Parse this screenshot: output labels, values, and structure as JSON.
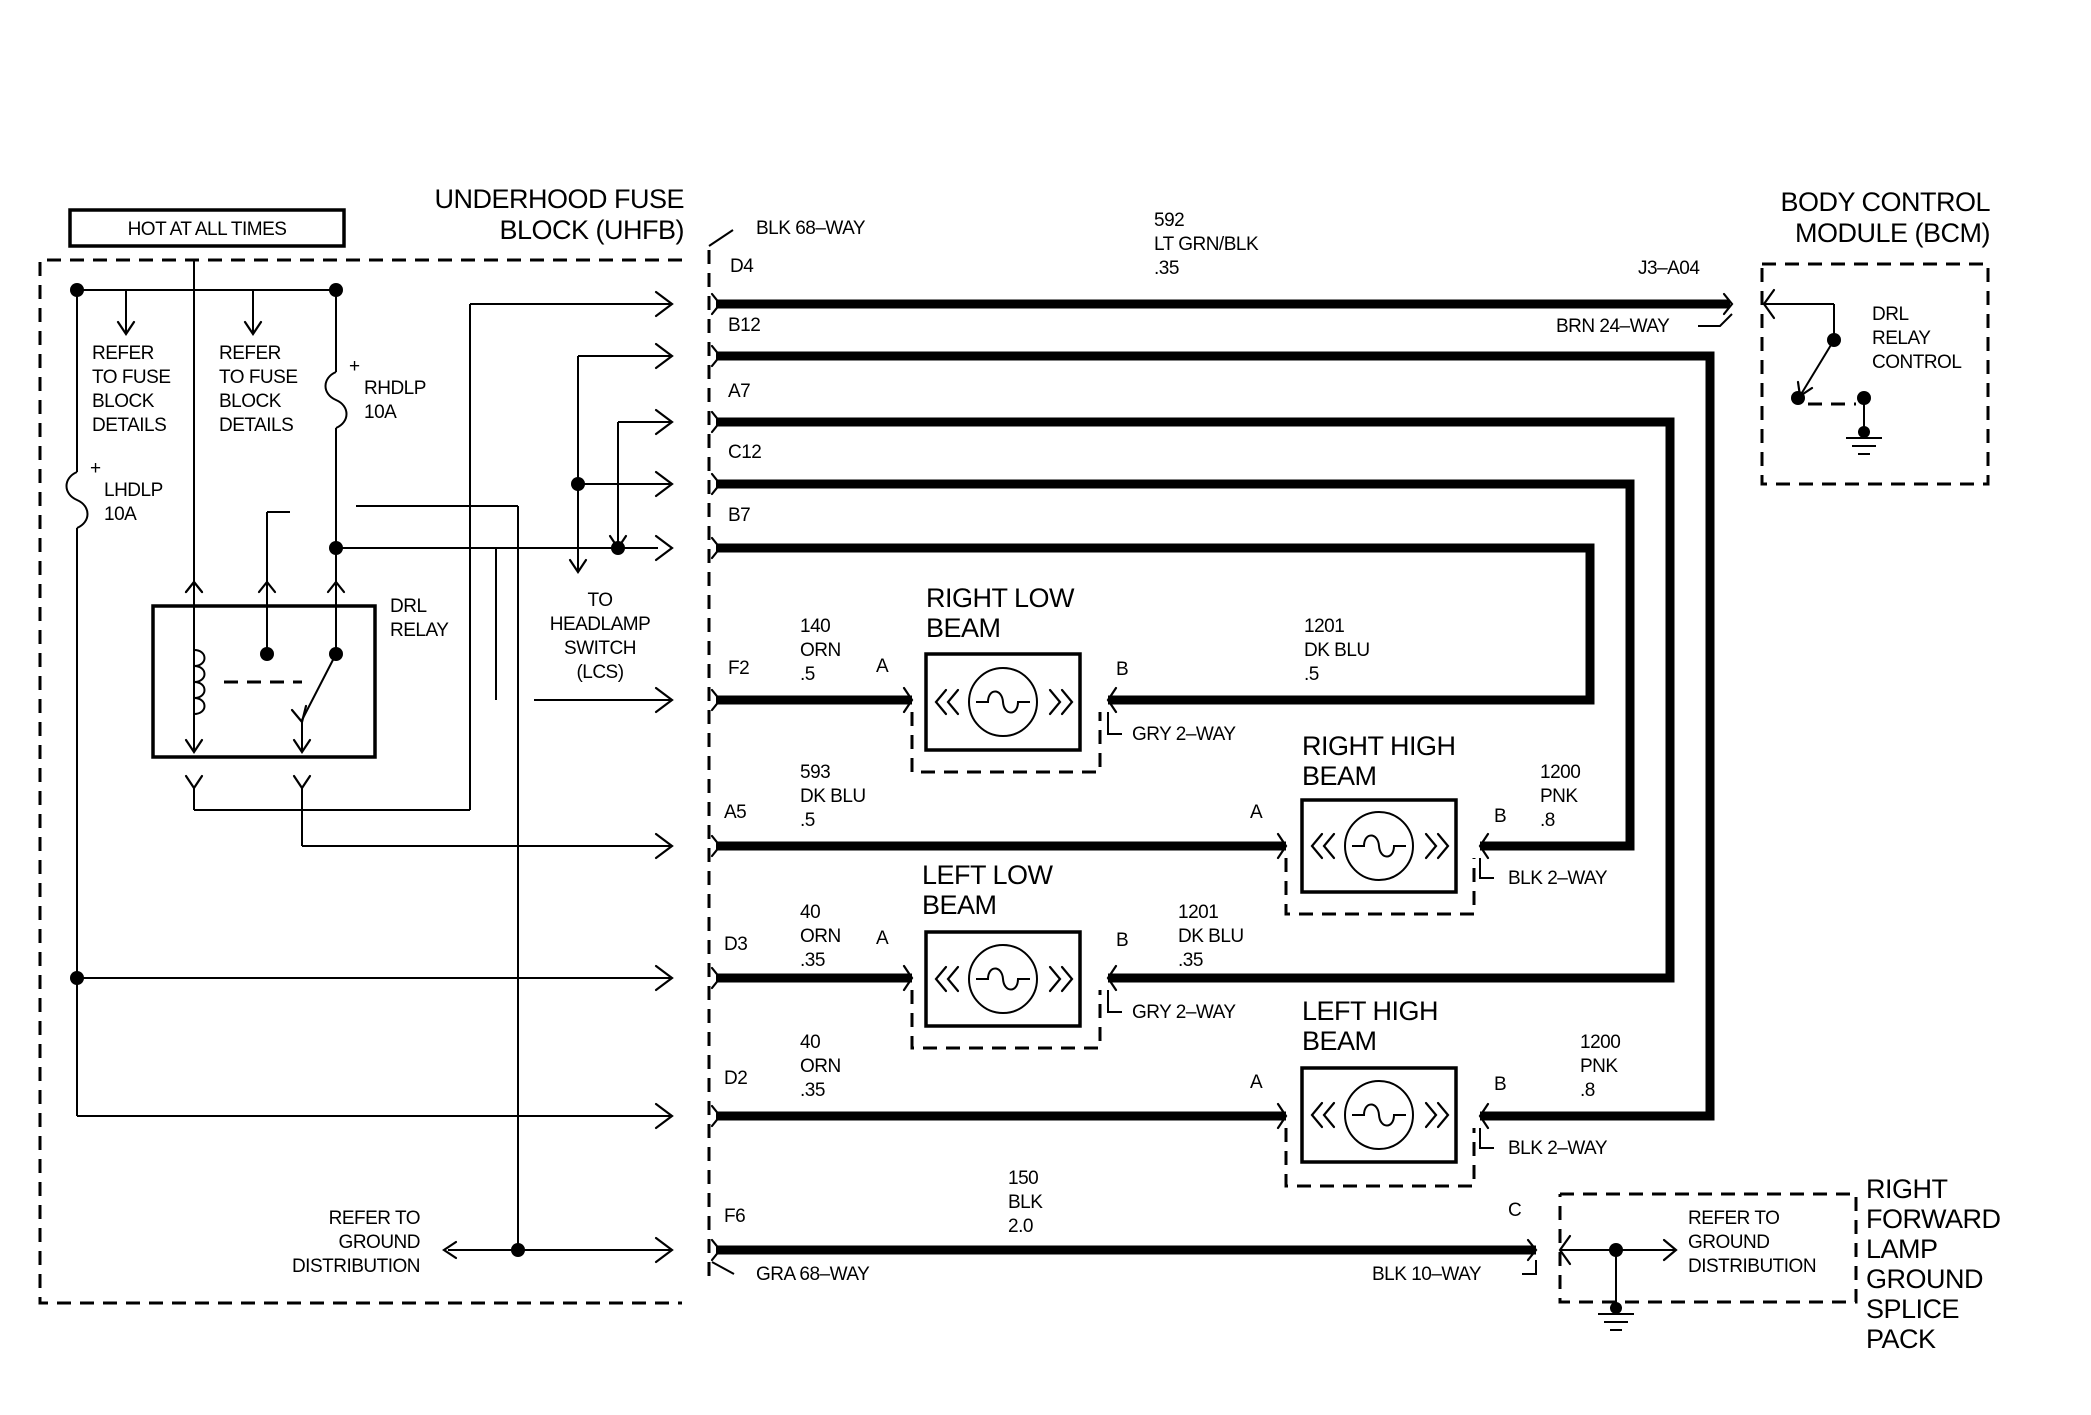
{
  "fuse_block": {
    "title_line1": "UNDERHOOD FUSE",
    "title_line2": "BLOCK (UHFB)",
    "hot_label": "HOT AT ALL TIMES",
    "refer_fuse_1": [
      "REFER",
      "TO FUSE",
      "BLOCK",
      "DETAILS"
    ],
    "refer_fuse_2": [
      "REFER",
      "TO FUSE",
      "BLOCK",
      "DETAILS"
    ],
    "rhdlp": [
      "RHDLP",
      "10A"
    ],
    "lhdlp": [
      "LHDLP",
      "10A"
    ],
    "drl_relay": [
      "DRL",
      "RELAY"
    ],
    "headlamp_switch": [
      "TO",
      "HEADLAMP",
      "SWITCH",
      "(LCS)"
    ],
    "ground_ref": [
      "REFER TO",
      "GROUND",
      "DISTRIBUTION"
    ]
  },
  "bcm": {
    "title_line1": "BODY CONTROL",
    "title_line2": "MODULE (BCM)",
    "relay_control": [
      "DRL",
      "RELAY",
      "CONTROL"
    ],
    "connector": "J3–A04",
    "connector_type": "BRN 24–WAY"
  },
  "connectors": {
    "uhfb_top": "BLK 68–WAY",
    "uhfb_bottom": "GRA 68–WAY",
    "low_beam_conn": "GRY 2–WAY",
    "high_beam_conn": "BLK 2–WAY",
    "splice_conn": "BLK 10–WAY"
  },
  "pins": [
    "D4",
    "B12",
    "A7",
    "C12",
    "B7",
    "F2",
    "A5",
    "D3",
    "D2",
    "F6"
  ],
  "wires": {
    "w592": [
      "592",
      "LT GRN/BLK",
      ".35"
    ],
    "w140": [
      "140",
      "ORN",
      ".5"
    ],
    "w1201a": [
      "1201",
      "DK BLU",
      ".5"
    ],
    "w593": [
      "593",
      "DK BLU",
      ".5"
    ],
    "w1200a": [
      "1200",
      "PNK",
      ".8"
    ],
    "w40a": [
      "40",
      "ORN",
      ".35"
    ],
    "w1201b": [
      "1201",
      "DK BLU",
      ".35"
    ],
    "w40b": [
      "40",
      "ORN",
      ".35"
    ],
    "w1200b": [
      "1200",
      "PNK",
      ".8"
    ],
    "w150": [
      "150",
      "BLK",
      "2.0"
    ]
  },
  "lamps": {
    "right_low": [
      "RIGHT LOW",
      "BEAM"
    ],
    "right_high": [
      "RIGHT HIGH",
      "BEAM"
    ],
    "left_low": [
      "LEFT LOW",
      "BEAM"
    ],
    "left_high": [
      "LEFT HIGH",
      "BEAM"
    ]
  },
  "lamp_pins": {
    "a": "A",
    "b": "B",
    "c": "C"
  },
  "splice": {
    "title": [
      "RIGHT",
      "FORWARD",
      "LAMP",
      "GROUND",
      "SPLICE",
      "PACK"
    ],
    "ground_ref": [
      "REFER TO",
      "GROUND",
      "DISTRIBUTION"
    ]
  }
}
